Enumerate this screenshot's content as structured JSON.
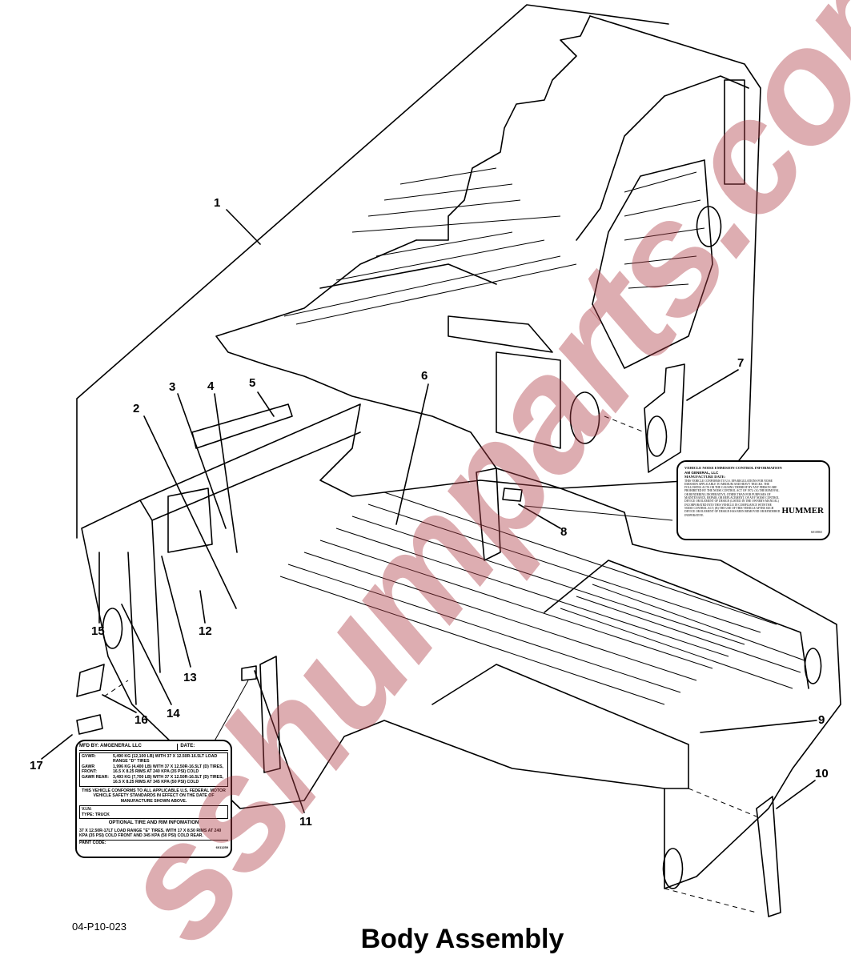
{
  "figure": {
    "title": "Body Assembly",
    "figure_id": "04-P10-023",
    "watermark": "sshumparts.com",
    "callouts": [
      "1",
      "2",
      "3",
      "4",
      "5",
      "6",
      "7",
      "8",
      "9",
      "10",
      "11",
      "12",
      "13",
      "14",
      "15",
      "16",
      "17"
    ]
  },
  "data_plate": {
    "mfd_by": "MFD BY: AMGENERAL LLC",
    "date": "DATE:",
    "gvwr_label": "GVWR:",
    "gvwr_value": "5,490 KG (12,100 LB) WITH 37 X 12.50R-16.5LT LOAD RANGE \"D\" TIRES",
    "gawr_front_label": "GAWR FRONT:",
    "gawr_front_value": "1,996 KG (4,400 LB) WITH 37 X 12.50R-16.5LT (D) TIRES, 16.5 X 8.25 RIMS AT 240 KPA (35 PSI) COLD",
    "gawr_rear_label": "GAWR REAR:",
    "gawr_rear_value": "3,493 KG (7,700 LB) WITH 37 X 12.50R-16.5LT (D) TIRES, 16.5 X 8.25 RIMS AT 345 KPA (50 PSI) COLD",
    "conformance": "THIS VEHICLE CONFORMS TO ALL APPLICABLE U.S. FEDERAL MOTOR VEHICLE SAFETY STANDARDS IN EFFECT ON THE DATE OF MANUFACTURE SHOWN ABOVE.",
    "vin": "V.I.N:",
    "type": "TYPE: TRUCK",
    "optional_heading": "OPTIONAL TIRE AND RIM INFOMATION",
    "optional_text": "37 X 12.50R-17LT LOAD RANGE \"E\" TIRES, WITH 17 X 8.50 RIMS AT 240 KPA (35 PSI) COLD FRONT AND 345 KPA (50 PSI) COLD REAR.",
    "paint_code": "PAINT CODE:",
    "part_no": "6011259"
  },
  "noise_plate": {
    "heading": "VEHICLE NOISE EMMISION CONTROL INFORMATION",
    "company": "AM GENERAL, LLC",
    "manufacture_date": "MANUFACTURE DATE:",
    "body": "THIS VEHICLE CONFORMS TO U.S. EPA REGULATIONS FOR NOISE EMISSION APPLICABLE TO MEDIUM AND HEAVY TRUCKS. THE FOLLOWING ACTS OR THE CAUSING THEREOF BY ANY PERSON ARE PROHIBITED BY THE NOISE CONTROL ACT OF 1972: (A) THE REMOVAL OR RENDERING INOPERATIVE, OTHER THAN FOR PURPOSES OF MAINTENANCE, REPAIR, OR REPLACEMENT, OF ANY NOISE CONTROL DEVICE OR ELEMENT OF DESIGN (LISTED IN THE OWNER'S MANUAL) INCORPORATED INTO THIS VEHICLE IN COMPLIANCE WITH THE NOISE CONTROL ACT; (B) THE USE OF THIS VEHICLE AFTER SUCH DEVICE OR ELEMENT OF DESIGN HAS BEEN REMOVED OR RENDERED INOPERATIVE.",
    "logo": "HUMMER",
    "part_no": "6010865"
  }
}
